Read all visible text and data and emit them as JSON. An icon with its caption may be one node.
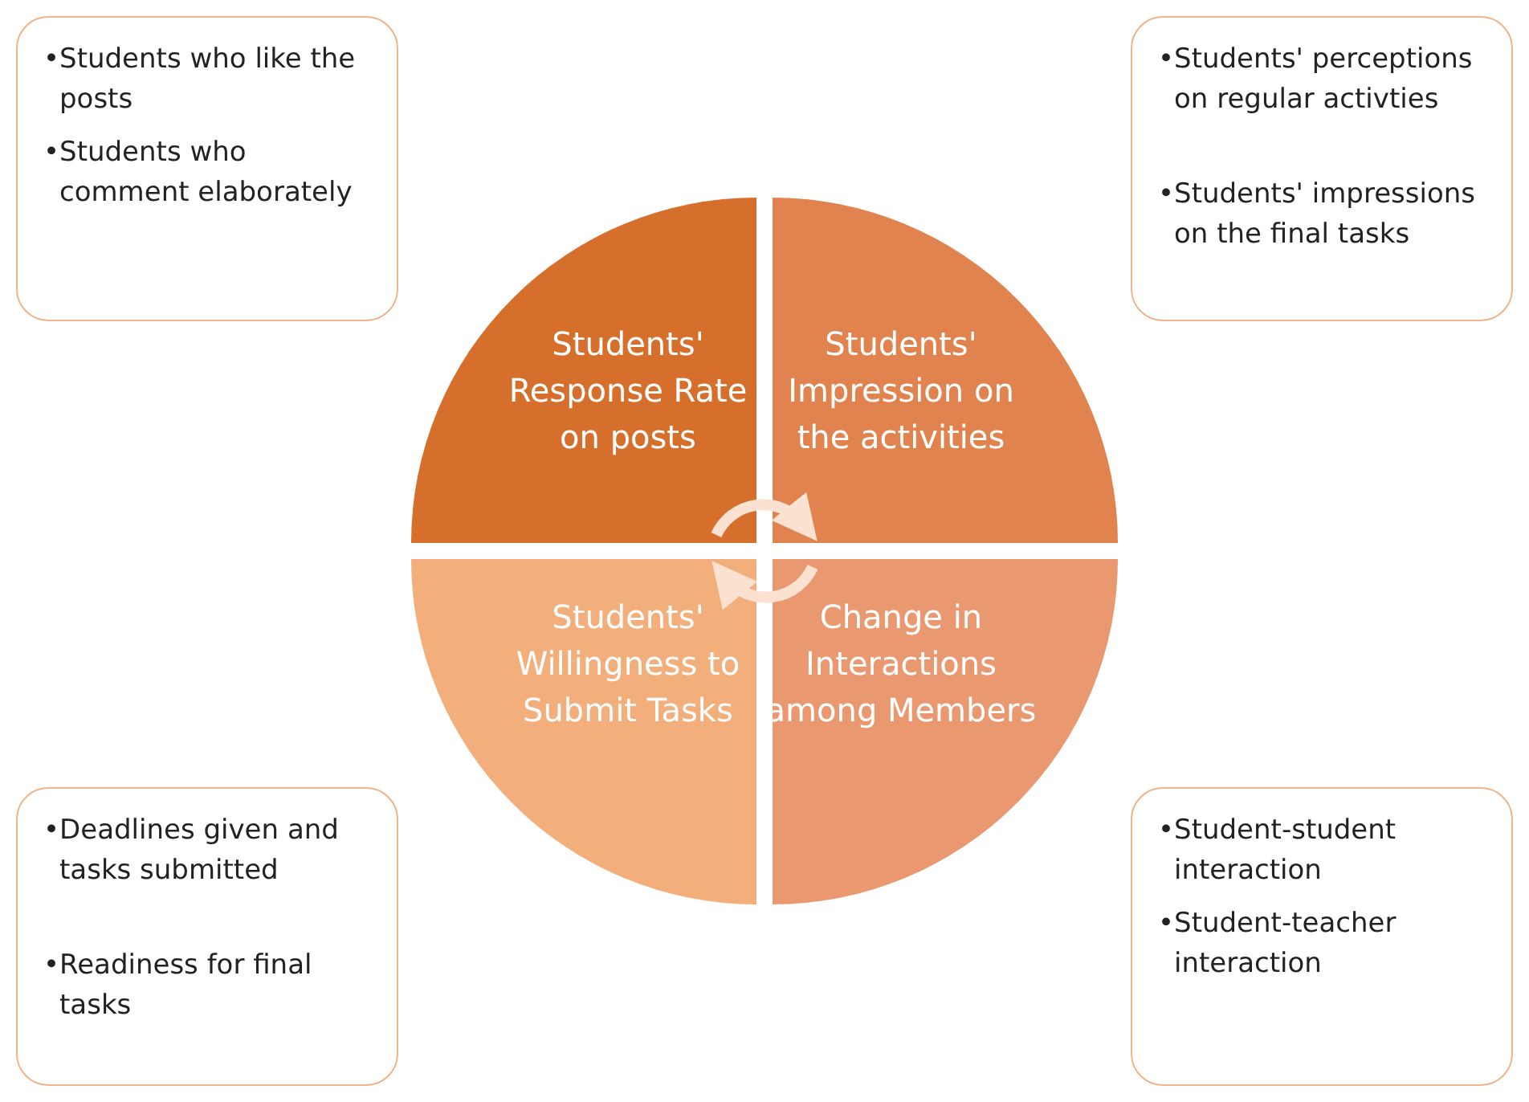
{
  "diagram": {
    "nodes": [
      {
        "text": [
          "Students' Response Rate on posts"
        ]
      },
      {
        "text": [
          "Students' Impression on the activities"
        ]
      },
      {
        "text": [
          "Students' Willingness to Submit Tasks"
        ]
      },
      {
        "text": [
          "Change in Interactions among Members"
        ]
      },
      {
        "text": [
          "•Students who like the posts",
          "•Students who comment elaborately"
        ]
      },
      {
        "text": [
          "•Students' perceptions on regular activties",
          "•Students' impressions on the final tasks"
        ]
      },
      {
        "text": [
          "•Deadlines given and tasks submitted",
          "•Readiness for final tasks"
        ]
      },
      {
        "text": [
          "•Student-student interaction",
          "•Student-teacher interaction"
        ]
      }
    ],
    "edges": [
      {
        "from": 0,
        "to": 1,
        "arrow": "to"
      },
      {
        "from": 3,
        "to": 2,
        "arrow": "to"
      }
    ]
  }
}
